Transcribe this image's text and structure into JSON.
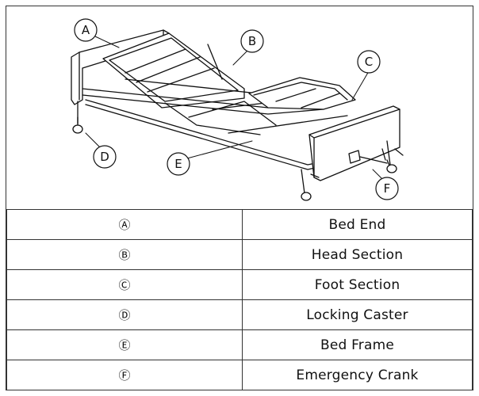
{
  "figure": {
    "callouts": [
      "A",
      "B",
      "C",
      "D",
      "E",
      "F"
    ]
  },
  "parts": [
    {
      "key": "Ⓐ",
      "name": "Bed End"
    },
    {
      "key": "Ⓑ",
      "name": "Head Section"
    },
    {
      "key": "Ⓒ",
      "name": "Foot Section"
    },
    {
      "key": "Ⓓ",
      "name": "Locking Caster"
    },
    {
      "key": "Ⓔ",
      "name": "Bed Frame"
    },
    {
      "key": "Ⓕ",
      "name": "Emergency Crank"
    }
  ]
}
